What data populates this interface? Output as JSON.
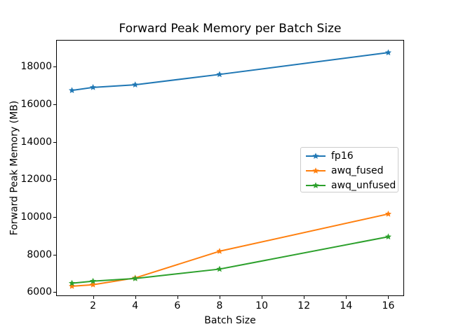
{
  "chart_data": {
    "type": "line",
    "title": "Forward Peak Memory per Batch Size",
    "xlabel": "Batch Size",
    "ylabel": "Forward Peak Memory (MB)",
    "x": [
      1,
      2,
      4,
      8,
      16
    ],
    "series": [
      {
        "name": "fp16",
        "color": "#1f77b4",
        "values": [
          16730,
          16890,
          17030,
          17580,
          18740
        ]
      },
      {
        "name": "awq_fused",
        "color": "#ff7f0e",
        "values": [
          6320,
          6400,
          6760,
          8180,
          10160
        ]
      },
      {
        "name": "awq_unfused",
        "color": "#2ca02c",
        "values": [
          6480,
          6590,
          6730,
          7230,
          8950
        ]
      }
    ],
    "xticks": [
      2,
      4,
      6,
      8,
      10,
      12,
      14,
      16
    ],
    "yticks": [
      6000,
      8000,
      10000,
      12000,
      14000,
      16000,
      18000
    ],
    "xlim": [
      0.25,
      16.75
    ],
    "ylim": [
      5795,
      19415
    ],
    "marker": "star",
    "grid": false,
    "legend": {
      "position": "center-right",
      "entries": [
        "fp16",
        "awq_fused",
        "awq_unfused"
      ]
    },
    "colors": {
      "background": "#ffffff",
      "spine": "#000000",
      "tick": "#000000",
      "legend_border": "#cccccc"
    }
  }
}
